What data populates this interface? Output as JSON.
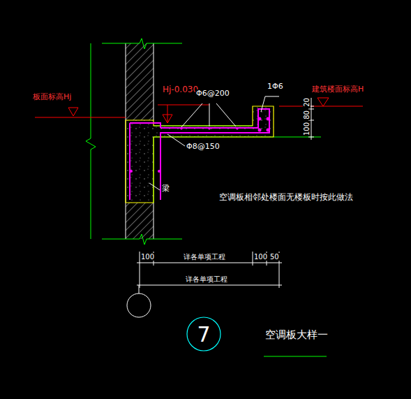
{
  "diagram": {
    "title": "空调板大样一",
    "nodes": [
      {
        "text": [
          "7"
        ]
      }
    ],
    "labels": [
      "板面标高Hj",
      "Hj-0.030",
      "Φ6@200",
      "1Φ6",
      "建筑楼面标高H",
      "100",
      "80",
      "20",
      "Φ8@150",
      "梁",
      "空调板相邻处楼面无楼板时按此做法",
      "100",
      "详各单项工程",
      "100",
      "50",
      "详各单项工程"
    ]
  }
}
